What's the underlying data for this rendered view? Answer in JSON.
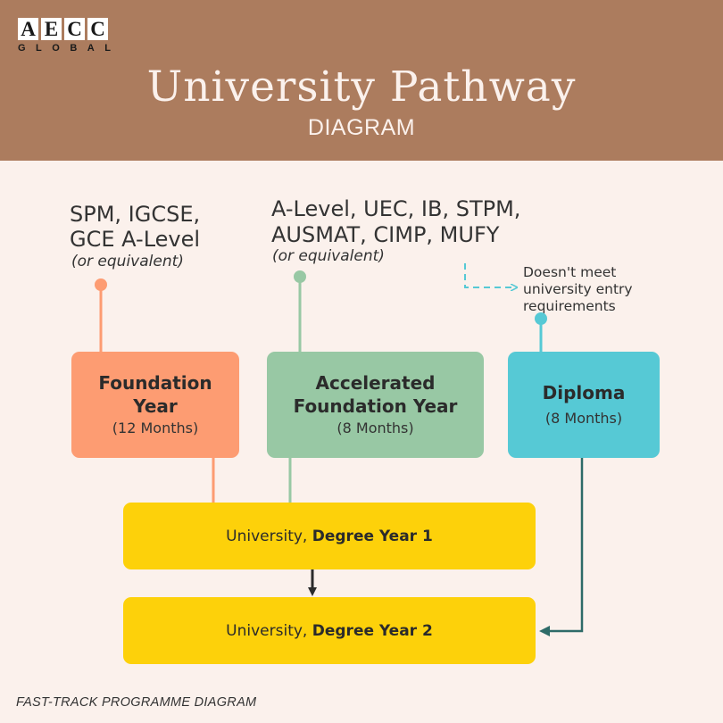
{
  "logo": {
    "letters": [
      "A",
      "E",
      "C",
      "C"
    ],
    "sub": "GLOBAL"
  },
  "header": {
    "title": "University Pathway",
    "subtitle": "DIAGRAM"
  },
  "qualifications": [
    {
      "lines": [
        "SPM, IGCSE,",
        "GCE A-Level"
      ],
      "note": "(or equivalent)"
    },
    {
      "lines": [
        "A-Level, UEC, IB, STPM,",
        "AUSMAT, CIMP, MUFY"
      ],
      "note": "(or equivalent)"
    }
  ],
  "entry_note": [
    "Doesn't meet",
    "university entry",
    "requirements"
  ],
  "boxes": [
    {
      "title_lines": [
        "Foundation",
        "Year"
      ],
      "duration": "(12 Months)",
      "color": "#fd9c72"
    },
    {
      "title_lines": [
        "Accelerated",
        "Foundation Year"
      ],
      "duration": "(8 Months)",
      "color": "#98c8a4"
    },
    {
      "title_lines": [
        "Diploma"
      ],
      "duration": "(8 Months)",
      "color": "#56c9d5"
    }
  ],
  "degree": [
    {
      "prefix": "University, ",
      "bold": "Degree Year 1"
    },
    {
      "prefix": "University, ",
      "bold": "Degree Year 2"
    }
  ],
  "colors": {
    "header_bg": "#ac7c5e",
    "page_bg": "#fbf1ec",
    "foundation": "#fd9c72",
    "accelerated": "#98c8a4",
    "diploma": "#56c9d5",
    "degree": "#fdd10a",
    "diploma_connector": "#2e6b68",
    "dashed_arrow": "#56c9d5"
  },
  "footer": "FAST-TRACK PROGRAMME DIAGRAM"
}
